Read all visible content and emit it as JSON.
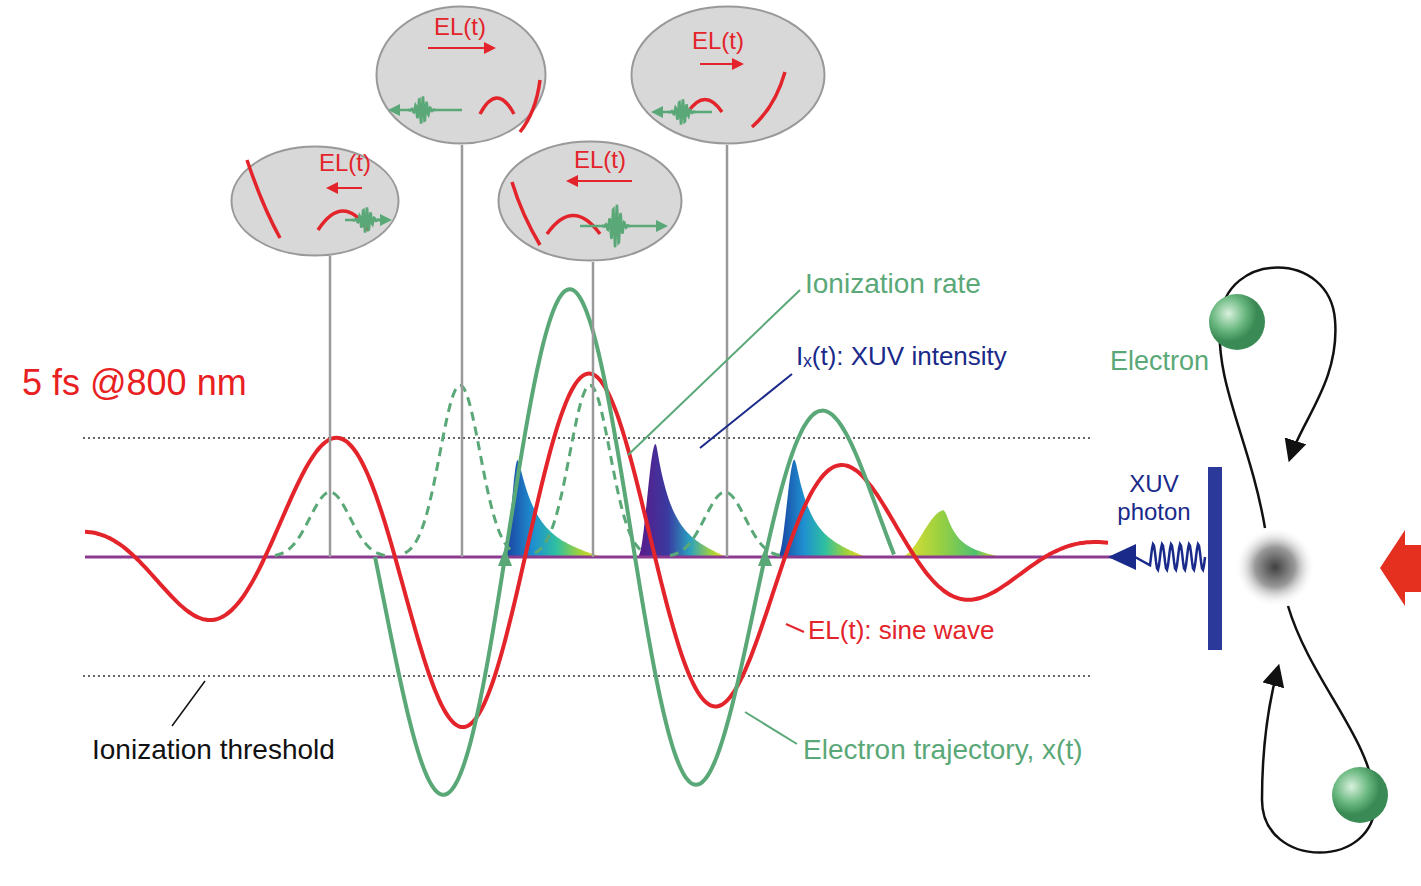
{
  "diagram": {
    "nodes": [
      {
        "text": [
          "EL(t)"
        ]
      },
      {
        "text": [
          "EL(t)"
        ]
      },
      {
        "text": [
          "EL(t)"
        ]
      },
      {
        "text": [
          "EL(t)"
        ]
      }
    ],
    "labels": [
      "5 fs @800 nm",
      "Ionization rate",
      "Iₓ(t): XUV intensity",
      "Electron",
      "XUV photon",
      "EL(t): sine wave",
      "Ionization threshold",
      "Electron trajectory, x(t)"
    ]
  }
}
